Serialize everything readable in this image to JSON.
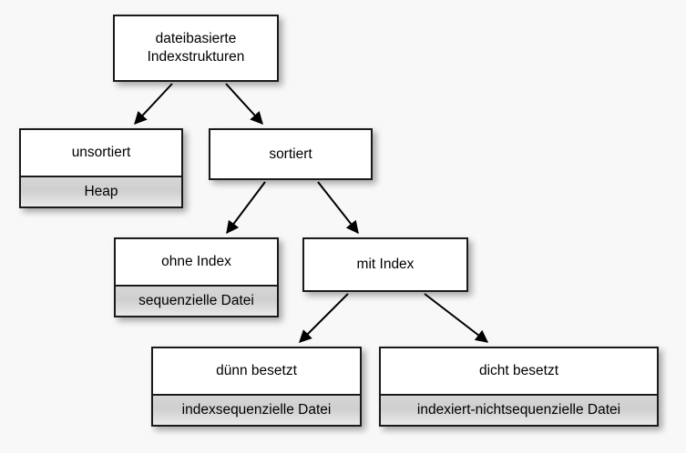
{
  "diagram": {
    "title_text": "dateibasierte Indexstrukturen",
    "background_color": "#f8f8f8",
    "node_border_color": "#1a1a1a",
    "node_fill_color": "#ffffff",
    "sub_fill_color": "#d6d6d6",
    "edge_color": "#000000",
    "nodes": [
      {
        "id": "root",
        "title": "dateibasierte\nIndexstrukturen",
        "sub": ""
      },
      {
        "id": "unsorted",
        "title": "unsortiert",
        "sub": "Heap"
      },
      {
        "id": "sorted",
        "title": "sortiert",
        "sub": ""
      },
      {
        "id": "noindex",
        "title": "ohne Index",
        "sub": "sequenzielle Datei"
      },
      {
        "id": "withindex",
        "title": "mit Index",
        "sub": ""
      },
      {
        "id": "sparse",
        "title": "dünn besetzt",
        "sub": "indexsequenzielle Datei"
      },
      {
        "id": "dense",
        "title": "dicht besetzt",
        "sub": "indexiert-nichtsequenzielle Datei"
      }
    ],
    "edges": [
      {
        "from": "root",
        "to": "unsorted"
      },
      {
        "from": "root",
        "to": "sorted"
      },
      {
        "from": "sorted",
        "to": "noindex"
      },
      {
        "from": "sorted",
        "to": "withindex"
      },
      {
        "from": "withindex",
        "to": "sparse"
      },
      {
        "from": "withindex",
        "to": "dense"
      }
    ]
  }
}
